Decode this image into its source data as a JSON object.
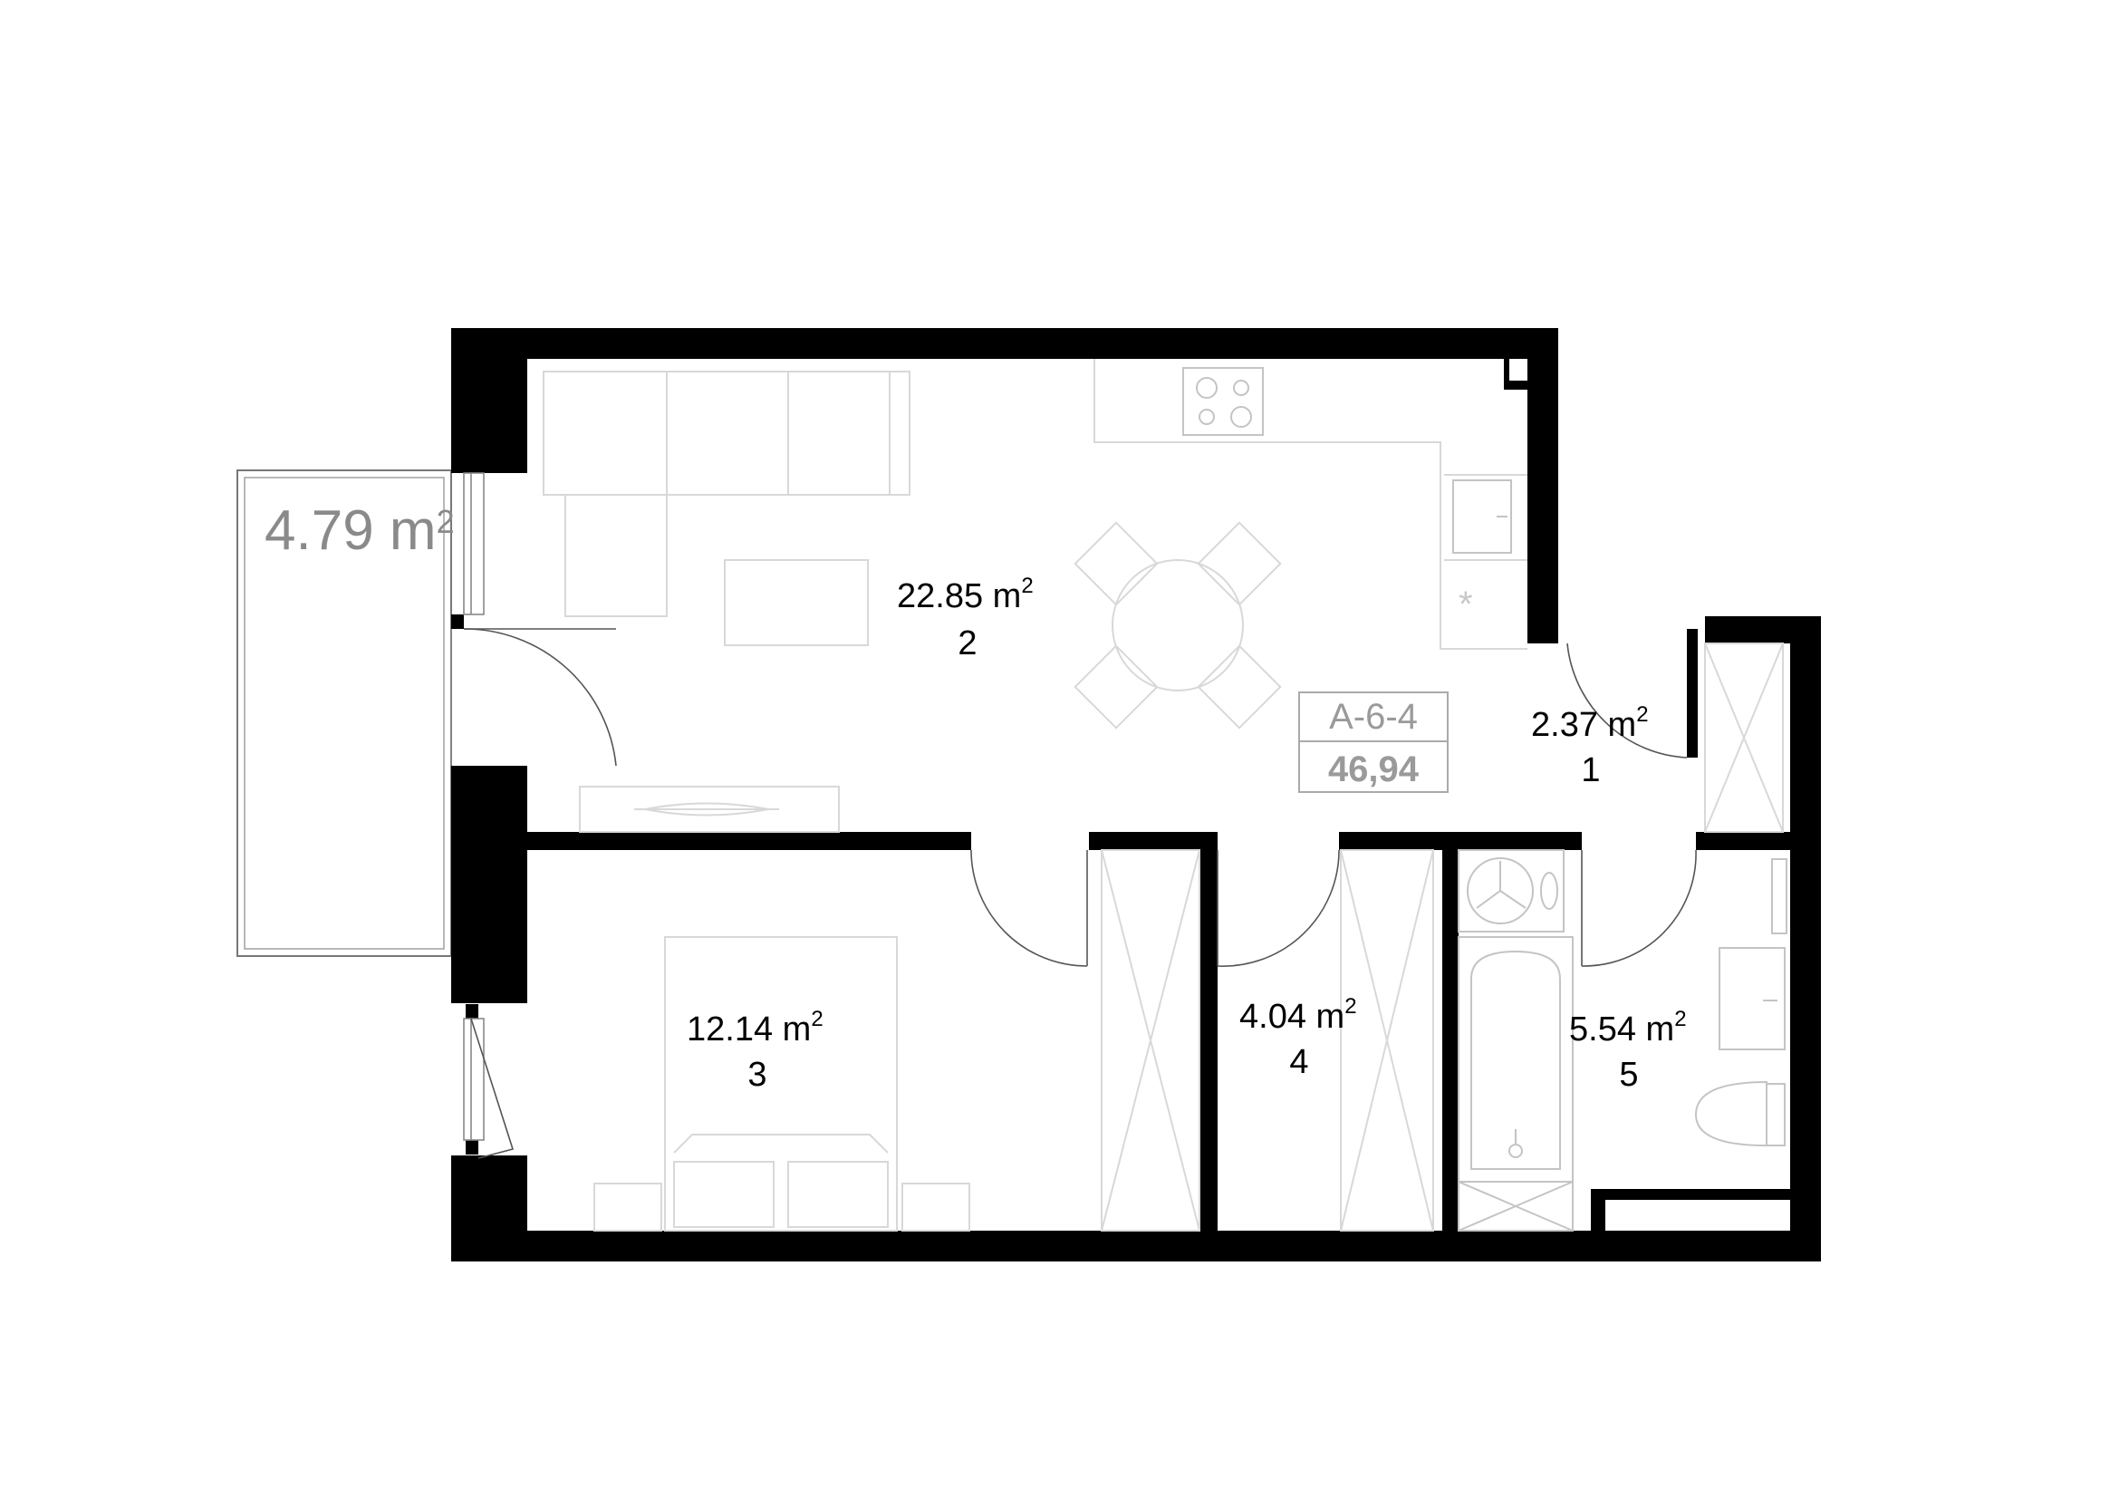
{
  "apartment": {
    "code": "A-6-4",
    "total_area": "46,94",
    "balcony": {
      "area": "4.79",
      "unit": "m",
      "unit_sup": "2"
    }
  },
  "rooms": [
    {
      "id": "room-1",
      "area": "2.37",
      "unit": "m",
      "unit_sup": "2",
      "number": "1"
    },
    {
      "id": "room-2",
      "area": "22.85",
      "unit": "m",
      "unit_sup": "2",
      "number": "2"
    },
    {
      "id": "room-3",
      "area": "12.14",
      "unit": "m",
      "unit_sup": "2",
      "number": "3"
    },
    {
      "id": "room-4",
      "area": "4.04",
      "unit": "m",
      "unit_sup": "2",
      "number": "4"
    },
    {
      "id": "room-5",
      "area": "5.54",
      "unit": "m",
      "unit_sup": "2",
      "number": "5"
    }
  ],
  "colors": {
    "wall": "#000000",
    "furniture": "#d8d8d8",
    "label_muted": "#9a9a9a"
  }
}
